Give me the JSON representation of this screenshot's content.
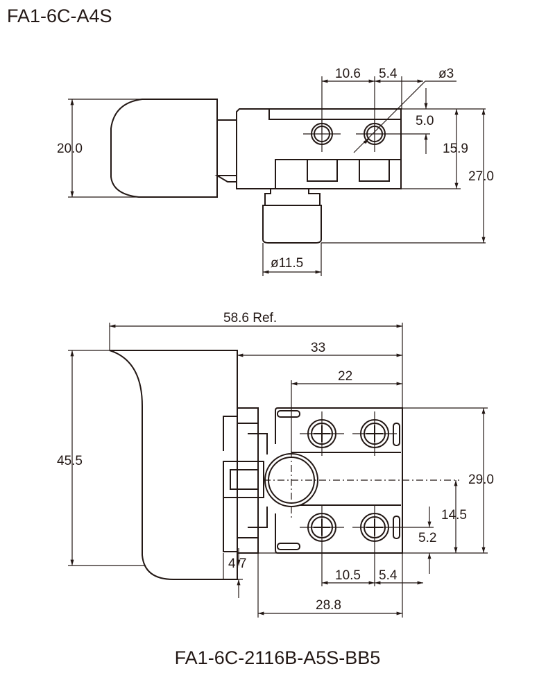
{
  "top_view": {
    "title": "FA1-6C-A4S",
    "dims": {
      "hole_spacing": "10.6",
      "hole_to_edge": "5.4",
      "hole_diameter": "ø3",
      "hole_from_top": "5.0",
      "body_height": "15.9",
      "total_height": "27.0",
      "trigger_height": "20.0",
      "knob_diameter": "ø11.5"
    }
  },
  "bottom_view": {
    "title": "FA1-6C-2116B-A5S-BB5",
    "dims": {
      "overall_length": "58.6 Ref.",
      "length_33": "33",
      "length_22": "22",
      "trigger_height": "45.5",
      "body_height": "29.0",
      "knob_center": "14.5",
      "screw_from_bottom": "5.2",
      "offset": "4.7",
      "screw_spacing": "10.5",
      "screw_to_edge": "5.4",
      "body_width": "28.8"
    }
  },
  "colors": {
    "line": "#231815",
    "background": "#ffffff"
  }
}
